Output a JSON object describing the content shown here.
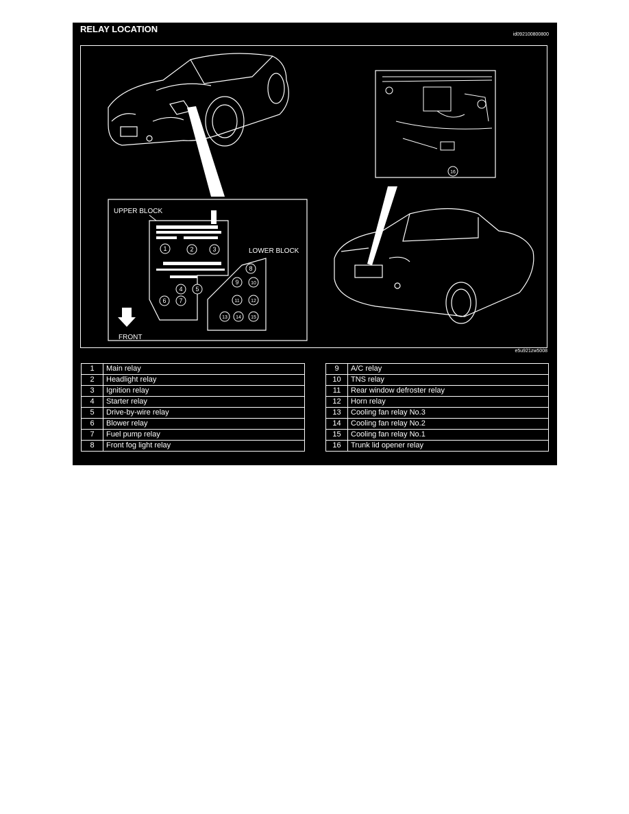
{
  "header": {
    "title": "RELAY LOCATION",
    "doc_id": "id092100800800"
  },
  "diagram": {
    "upper_block_label": "UPPER BLOCK",
    "lower_block_label": "LOWER BLOCK",
    "front_label": "FRONT",
    "figure_id": "e5u921zw5008",
    "markers": [
      "1",
      "2",
      "3",
      "4",
      "5",
      "6",
      "7",
      "8",
      "9",
      "10",
      "11",
      "12",
      "13",
      "14",
      "15",
      "16"
    ]
  },
  "relays_left": [
    {
      "num": "1",
      "name": "Main relay"
    },
    {
      "num": "2",
      "name": "Headlight relay"
    },
    {
      "num": "3",
      "name": "Ignition relay"
    },
    {
      "num": "4",
      "name": "Starter relay"
    },
    {
      "num": "5",
      "name": "Drive-by-wire relay"
    },
    {
      "num": "6",
      "name": "Blower relay"
    },
    {
      "num": "7",
      "name": "Fuel pump relay"
    },
    {
      "num": "8",
      "name": "Front fog light relay"
    }
  ],
  "relays_right": [
    {
      "num": "9",
      "name": "A/C relay"
    },
    {
      "num": "10",
      "name": "TNS relay"
    },
    {
      "num": "11",
      "name": "Rear window defroster relay"
    },
    {
      "num": "12",
      "name": "Horn relay"
    },
    {
      "num": "13",
      "name": "Cooling fan relay No.3"
    },
    {
      "num": "14",
      "name": "Cooling fan relay No.2"
    },
    {
      "num": "15",
      "name": "Cooling fan relay No.1"
    },
    {
      "num": "16",
      "name": "Trunk lid opener relay"
    }
  ]
}
